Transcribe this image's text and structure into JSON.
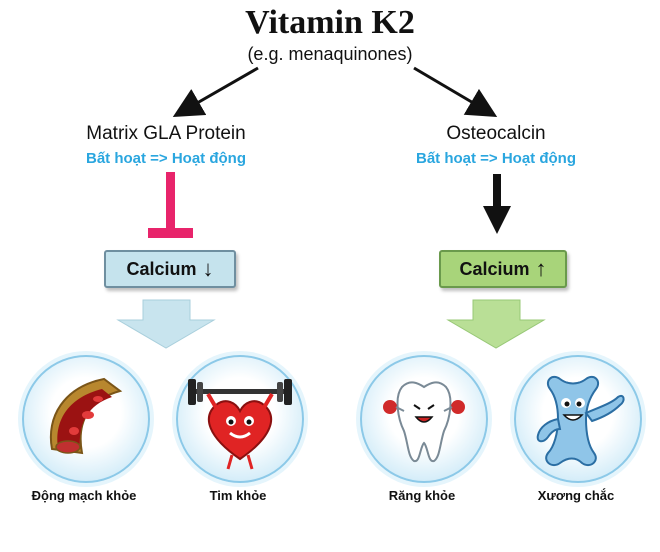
{
  "header": {
    "title": "Vitamin K2",
    "subtitle": "(e.g. menaquinones)"
  },
  "left_branch": {
    "title": "Matrix GLA Protein",
    "status": "Bất hoạt => Hoạt động",
    "calcium_label": "Calcium",
    "calcium_arrow": "↓",
    "inhibit_color": "#e8246b",
    "box_color": "#c5e3ed",
    "big_arrow_color": "#c8e4ee",
    "items": [
      {
        "caption": "Động mạch khỏe",
        "icon": "artery-icon"
      },
      {
        "caption": "Tim khỏe",
        "icon": "heart-dumbbell-icon"
      }
    ]
  },
  "right_branch": {
    "title": "Osteocalcin",
    "status": "Bất hoạt => Hoạt động",
    "calcium_label": "Calcium",
    "calcium_arrow": "↑",
    "box_color": "#a8d47a",
    "big_arrow_color": "#b9df96",
    "items": [
      {
        "caption": "Răng khỏe",
        "icon": "tooth-icon"
      },
      {
        "caption": "Xương chắc",
        "icon": "bone-icon"
      }
    ]
  }
}
